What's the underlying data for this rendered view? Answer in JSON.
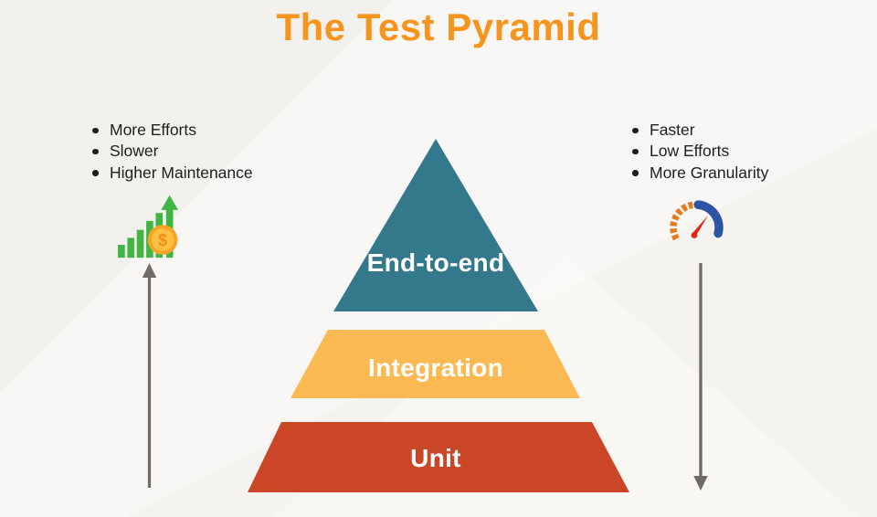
{
  "title": {
    "text": "The Test Pyramid",
    "color": "#F7941E"
  },
  "left_panel": {
    "bullets": [
      "More Efforts",
      "Slower",
      "Higher Maintenance"
    ],
    "icon": "growth-bars-with-dollar-coin",
    "coin_symbol": "$",
    "arrow_direction": "up"
  },
  "right_panel": {
    "bullets": [
      "Faster",
      "Low Efforts",
      "More Granularity"
    ],
    "icon": "speedometer",
    "arrow_direction": "down"
  },
  "pyramid": {
    "levels": [
      {
        "label": "End-to-end",
        "color": "#33788B"
      },
      {
        "label": "Integration",
        "color": "#FBB954"
      },
      {
        "label": "Unit",
        "color": "#CB4527"
      }
    ],
    "label_color": "#FFFFFF"
  },
  "arrows": {
    "color": "#6E6B68"
  },
  "icon_colors": {
    "bars_green": "#41B541",
    "coin_outer": "#F9A224",
    "coin_inner": "#FBC044",
    "coin_text": "#EF8E1C",
    "gauge_orange": "#E87A1E",
    "gauge_blue": "#2A55A5",
    "gauge_needle": "#E02417"
  },
  "background": {
    "base": "#F5F4F1"
  }
}
